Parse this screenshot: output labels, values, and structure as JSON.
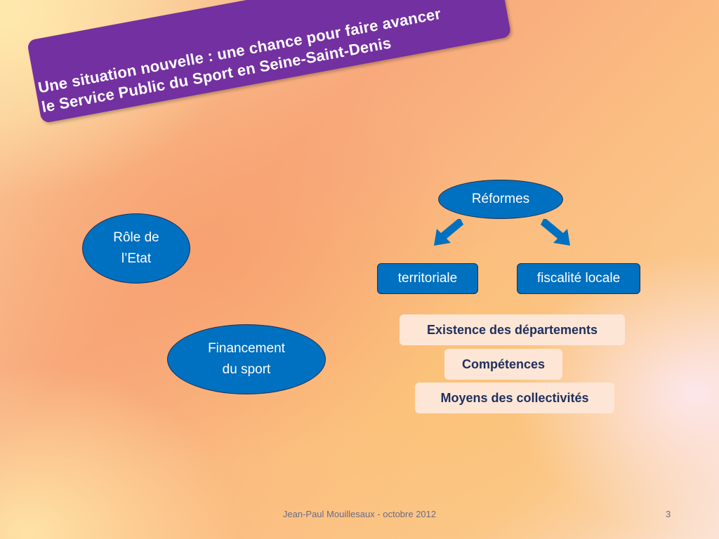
{
  "title": {
    "line1": "Une situation nouvelle : une chance pour faire avancer",
    "line2": "le Service Public du Sport en Seine-Saint-Denis"
  },
  "nodes": {
    "role_etat": {
      "line1": "Rôle de",
      "line2": "l’Etat"
    },
    "financement": {
      "line1": "Financement",
      "line2": "du sport"
    },
    "reformes": "Réformes",
    "territoriale": "territoriale",
    "fiscalite": "fiscalité locale"
  },
  "items": [
    "Existence des départements",
    "Compétences",
    "Moyens des collectivités"
  ],
  "footer": {
    "author": "Jean-Paul Mouillesaux - octobre 2012",
    "page": "3"
  },
  "colors": {
    "banner": "#7330a0",
    "node_blue": "#0070c0",
    "item_bg": "#fde6d6",
    "item_text": "#1f2f5c"
  }
}
